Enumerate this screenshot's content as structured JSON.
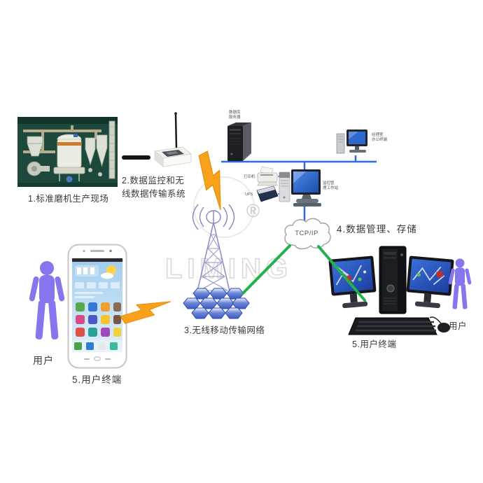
{
  "watermark": {
    "text": "LIMING",
    "registered": "®"
  },
  "cloud": {
    "text": "TCP/IP"
  },
  "labels": {
    "step1": "1.标准磨机生产现场",
    "step2_line1": "2.数据监控和无",
    "step2_line2": "线数据传输系统",
    "step3": "3.无线移动传输网络",
    "step4": "4.数据管理、存储",
    "terminal_left": "5.用户终端",
    "terminal_right": "5.用户终端",
    "user_left": "用户",
    "user_right": "用户"
  },
  "network": {
    "server_line1": "数据库",
    "server_line2": "服务器",
    "printer": "打印机",
    "ups": "UPS",
    "ws_line1": "监控管",
    "ws_line2": "理工作站",
    "client_line1": "经理室",
    "client_line2": "办公终端"
  },
  "colors": {
    "bus_blue": "#2f6bd8",
    "link_green": "#22b14c",
    "bolt_orange": "#f8a11b",
    "person_purple": "#8576ee",
    "photo_teal": "#1d493d"
  }
}
